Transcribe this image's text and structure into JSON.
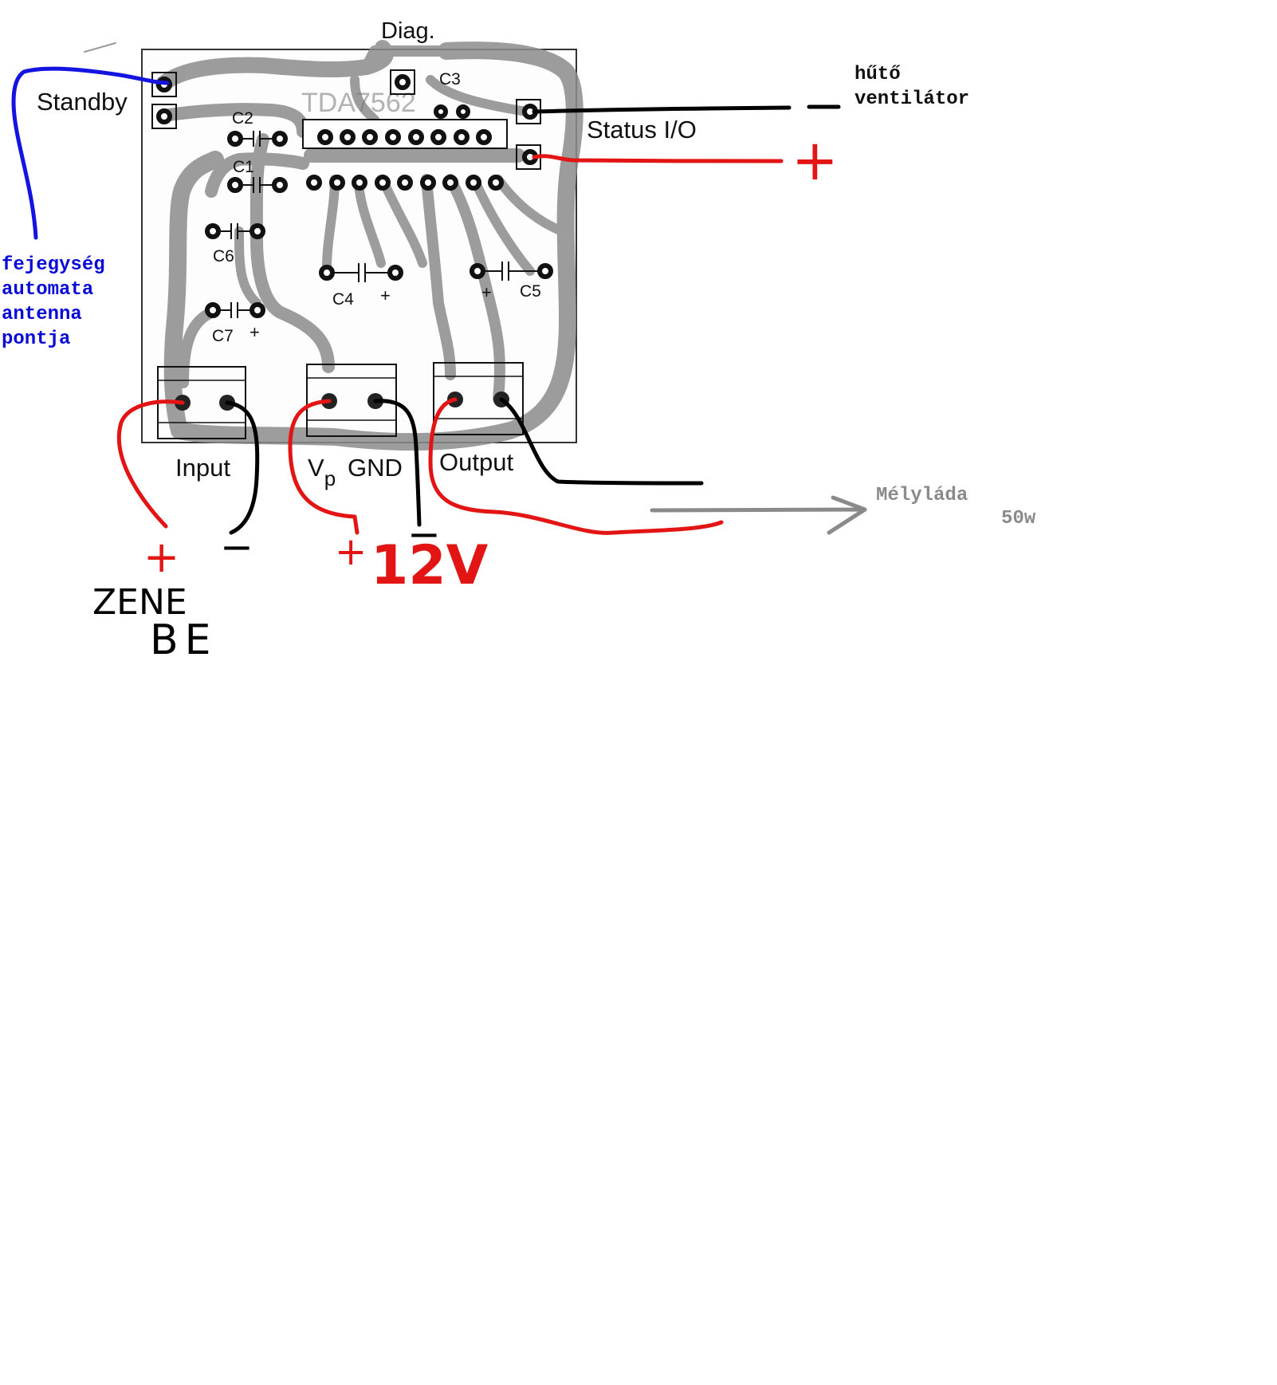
{
  "board": {
    "chip_text": "TDA7562",
    "labels": {
      "diag": "Diag.",
      "standby": "Standby",
      "status_io": "Status I/O",
      "input": "Input",
      "vp": "V",
      "vp_sub": "p",
      "gnd": "GND",
      "output": "Output"
    },
    "caps": {
      "c1": "C1",
      "c2": "C2",
      "c3": "C3",
      "c4": "C4",
      "c5": "C5",
      "c6": "C6",
      "c7": "C7"
    },
    "plus_sign": "+"
  },
  "notes": {
    "fan_line1": "hűtő",
    "fan_line2": "ventilátor",
    "antenna": [
      "fejegység",
      "automata",
      "antenna",
      "pontja"
    ],
    "sub_line1": "Mélyláda",
    "sub_line2": "50w"
  },
  "handwriting": {
    "plus": "+",
    "minus": "−",
    "zene": "ZENE",
    "be": "BE",
    "volt": "12V"
  },
  "colors": {
    "trace_gray": "#8c8c8c",
    "wire_red": "#e31414",
    "wire_blue": "#1414e0",
    "wire_black": "#000000",
    "arrow_gray": "#8a8a8a",
    "note_blue": "#0a0ad8",
    "note_gray": "#8a8a8a"
  }
}
